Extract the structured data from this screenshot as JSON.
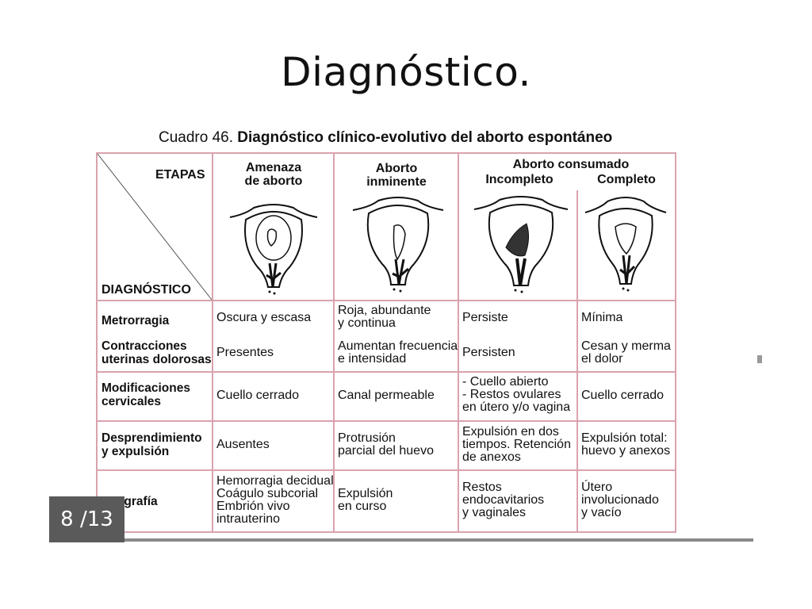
{
  "slide": {
    "title": "Diagnóstico."
  },
  "cuadro": {
    "number": "Cuadro 46.",
    "title": "Diagnóstico clínico-evolutivo del aborto espontáneo"
  },
  "header": {
    "etapas": "ETAPAS",
    "diagnostico": "DIAGNÓSTICO",
    "col_amenaza": "Amenaza\nde aborto",
    "col_inminente": "Aborto\ninminente",
    "col_consumado": "Aborto consumado",
    "col_incompleto": "Incompleto",
    "col_completo": "Completo"
  },
  "rows": [
    {
      "label": "Metrorragia",
      "cells": [
        "Oscura y escasa",
        "Roja, abundante\ny continua",
        "Persiste",
        "Mínima"
      ]
    },
    {
      "label": "Contracciones\nuterinas dolorosas",
      "cells": [
        "Presentes",
        "Aumentan frecuencia\ne intensidad",
        "Persisten",
        "Cesan y merma\nel dolor"
      ]
    },
    {
      "label": "Modificaciones\ncervicales",
      "cells": [
        "Cuello cerrado",
        "Canal permeable",
        "- Cuello abierto\n- Restos ovulares\n  en útero y/o vagina",
        "Cuello cerrado"
      ]
    },
    {
      "label": "Desprendimiento\ny expulsión",
      "cells": [
        "Ausentes",
        "Protrusión\nparcial del huevo",
        "Expulsión en dos\ntiempos. Retención\nde anexos",
        "Expulsión total:\nhuevo y anexos"
      ]
    },
    {
      "label": "Ecografía",
      "cells": [
        "Hemorragia decidual\nCoágulo subcorial\nEmbrión vivo\nintrauterino",
        "Expulsión\nen curso",
        "Restos\nendocavitarios\ny vaginales",
        "Útero\ninvolucionado\ny vacío"
      ]
    }
  ],
  "pager": {
    "current": "8",
    "total": "/13"
  }
}
